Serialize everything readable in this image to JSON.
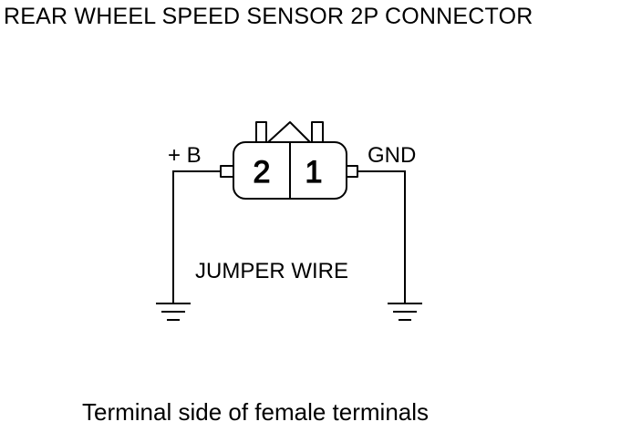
{
  "title": "REAR WHEEL SPEED SENSOR 2P CONNECTOR",
  "caption": "Terminal side of female terminals",
  "connector": {
    "terminal_2_label": "2",
    "terminal_1_label": "1"
  },
  "labels": {
    "plus_b": "+ B",
    "gnd": "GND",
    "jumper_wire": "JUMPER WIRE"
  },
  "icons": [
    "ground-icon",
    "ground-icon"
  ]
}
